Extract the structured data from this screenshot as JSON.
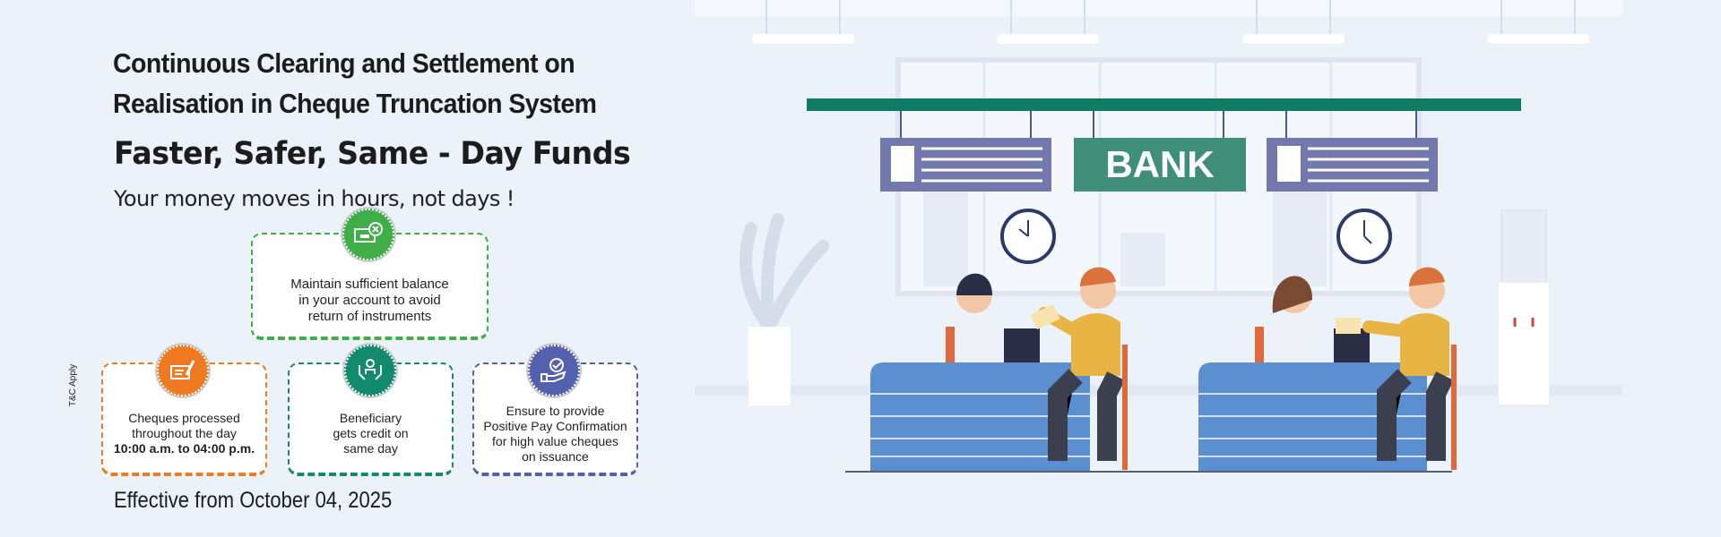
{
  "title_line1": "Continuous Clearing and Settlement on",
  "title_line2": "Realisation in Cheque Truncation System",
  "headline": "Faster, Safer, Same - Day Funds",
  "tagline": "Your money moves in hours, not days !",
  "tc": "T&C Apply",
  "effective": "Effective from October 04, 2025",
  "cards": [
    {
      "icon": "cheque-cross-icon",
      "color": "#3fae49",
      "lines": [
        "Maintain sufficient balance",
        "in your account to avoid",
        "return of instruments"
      ]
    },
    {
      "icon": "cheque-pen-icon",
      "color": "#f07a22",
      "lines": [
        "Cheques processed",
        "throughout the day",
        "10:00 a.m. to 04:00 p.m."
      ]
    },
    {
      "icon": "hands-person-icon",
      "color": "#118a6e",
      "lines": [
        "Beneficiary",
        "gets credit on",
        "same day"
      ]
    },
    {
      "icon": "hand-check-icon",
      "color": "#5360ae",
      "lines": [
        "Ensure to provide",
        "Positive Pay Confirmation",
        "for high value cheques",
        "on issuance"
      ]
    }
  ],
  "illustration": {
    "sign_text": "BANK"
  }
}
